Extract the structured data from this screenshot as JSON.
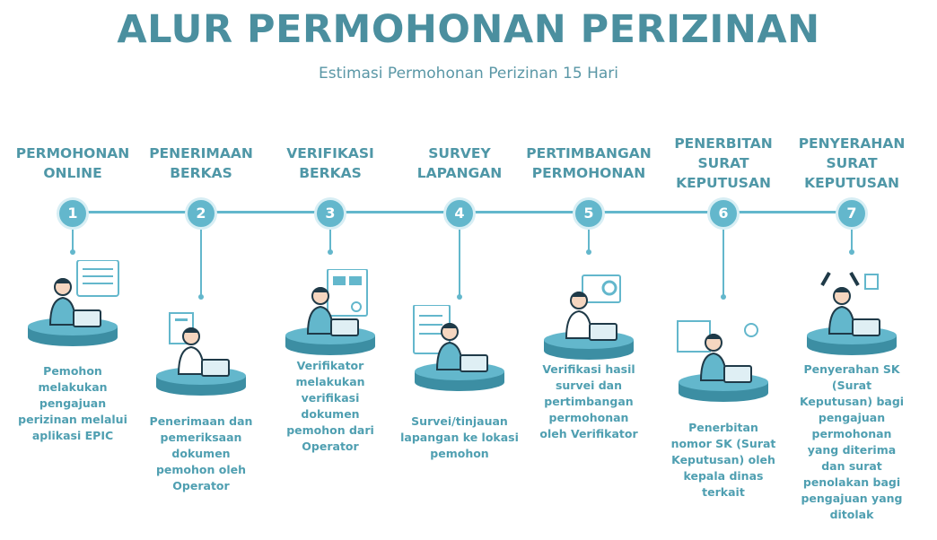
{
  "title": "ALUR PERMOHONAN PERIZINAN",
  "subtitle": "Estimasi Permohonan Perizinan 15 Hari",
  "steps": [
    {
      "number": "1",
      "heading": "PERMOHONAN\nONLINE",
      "description": "Pemohon\nmelakukan\npengajuan\nperizinan melalui\naplikasi EPIC"
    },
    {
      "number": "2",
      "heading": "PENERIMAAN\nBERKAS",
      "description": "Penerimaan dan\npemeriksaan\ndokumen\npemohon oleh\nOperator"
    },
    {
      "number": "3",
      "heading": "VERIFIKASI\nBERKAS",
      "description": "Verifikator\nmelakukan\nverifikasi\ndokumen\npemohon dari\nOperator"
    },
    {
      "number": "4",
      "heading": "SURVEY\nLAPANGAN",
      "description": "Survei/tinjauan\nlapangan ke lokasi\npemohon"
    },
    {
      "number": "5",
      "heading": "PERTIMBANGAN\nPERMOHONAN",
      "description": "Verifikasi hasil\nsurvei dan\npertimbangan\npermohonan\noleh Verifikator"
    },
    {
      "number": "6",
      "heading": "PENERBITAN\nSURAT\nKEPUTUSAN",
      "description": "Penerbitan\nnomor SK (Surat\nKeputusan) oleh\nkepala dinas\nterkait"
    },
    {
      "number": "7",
      "heading": "PENYERAHAN\nSURAT\nKEPUTUSAN",
      "description": "Penyerahan SK\n(Surat\nKeputusan) bagi\npengajuan\npermohonan\nyang diterima\ndan surat\npenolakan bagi\npengajuan yang\nditolak"
    }
  ],
  "colors": {
    "title": "#4b8f9f",
    "accent": "#63b7cc",
    "text": "#4f9fb1",
    "figure": "#1f3a48"
  }
}
